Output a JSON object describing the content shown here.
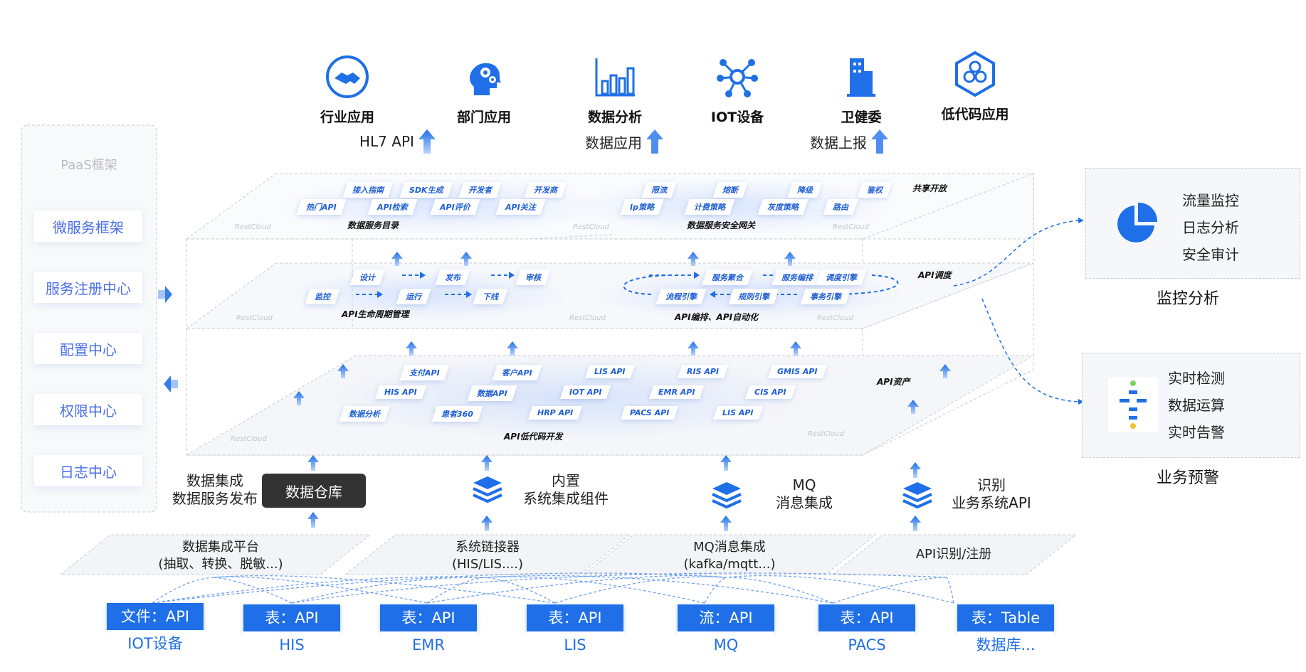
{
  "top_apps": [
    {
      "label": "行业应用",
      "icon": "handshake-icon"
    },
    {
      "label": "部门应用",
      "icon": "head-gears-icon"
    },
    {
      "label": "数据分析",
      "icon": "bar-chart-icon"
    },
    {
      "label": "IOT设备",
      "icon": "network-hub-icon"
    },
    {
      "label": "卫健委",
      "icon": "building-icon"
    },
    {
      "label": "低代码应用",
      "icon": "hexagon-cluster-icon"
    }
  ],
  "flows": [
    "HL7 API",
    "数据应用",
    "数据上报"
  ],
  "sidebar": {
    "title": "PaaS框架",
    "items": [
      "微服务框架",
      "服务注册中心",
      "配置中心",
      "权限中心",
      "日志中心"
    ]
  },
  "layer1": {
    "catalog_pills": [
      "接入指南",
      "SDK生成",
      "开发者",
      "开发商",
      "热门API",
      "API检索",
      "API评价",
      "API关注"
    ],
    "catalog_caption": "数据服务目录",
    "gateway_pills": [
      "限流",
      "熔断",
      "降级",
      "鉴权",
      "Ip策略",
      "计费策略",
      "灰度策略",
      "路由"
    ],
    "gateway_caption": "数据服务安全网关",
    "right_caption": "共享开放",
    "watermark": "RestCloud"
  },
  "layer2": {
    "lifecycle_pills": [
      "设计",
      "发布",
      "审核",
      "监控",
      "运行",
      "下线"
    ],
    "lifecycle_caption": "API生命周期管理",
    "orch_pills": [
      "服务聚合",
      "服务编排",
      "调度引擎",
      "流程引擎",
      "规则引擎",
      "事务引擎"
    ],
    "orch_caption": "API编排、API自动化",
    "right_caption": "API调度"
  },
  "layer3": {
    "asset_pills": [
      "支付API",
      "客户API",
      "LIS API",
      "RIS API",
      "GMIS API",
      "HIS API",
      "数据API",
      "IOT API",
      "EMR API",
      "CIS API",
      "数据分析",
      "患者360",
      "HRP API",
      "PACS API",
      "LIS API"
    ],
    "caption": "API低代码开发",
    "right_caption": "API资产"
  },
  "integration": {
    "left_label_1": "数据集成",
    "left_label_2": "数据服务发布",
    "warehouse": "数据仓库",
    "builtin_1": "内置",
    "builtin_2": "系统集成组件",
    "mq_1": "MQ",
    "mq_2": "消息集成",
    "id_1": "识别",
    "id_2": "业务系统API"
  },
  "platforms": [
    {
      "l1": "数据集成平台",
      "l2": "(抽取、转换、脱敏...)"
    },
    {
      "l1": "系统链接器",
      "l2": "(HIS/LIS....)"
    },
    {
      "l1": "MQ消息集成",
      "l2": "(kafka/mqtt...)"
    },
    {
      "l1": "API识别/注册",
      "l2": ""
    }
  ],
  "sources": [
    {
      "type": "文件：API",
      "name": "IOT设备"
    },
    {
      "type": "表：API",
      "name": "HIS"
    },
    {
      "type": "表：API",
      "name": "EMR"
    },
    {
      "type": "表：API",
      "name": "LIS"
    },
    {
      "type": "流：API",
      "name": "MQ"
    },
    {
      "type": "表：API",
      "name": "PACS"
    },
    {
      "type": "表：Table",
      "name": "数据库..."
    }
  ],
  "monitor": {
    "items": [
      "流量监控",
      "日志分析",
      "安全审计"
    ],
    "title": "监控分析",
    "icon": "pie-chart-icon"
  },
  "alert": {
    "items": [
      "实时检测",
      "数据运算",
      "实时告警"
    ],
    "title": "业务预警",
    "icon": "flow-steps-icon"
  },
  "colors": {
    "accent": "#1f6fe8",
    "warehouse_bg": "#333333"
  }
}
